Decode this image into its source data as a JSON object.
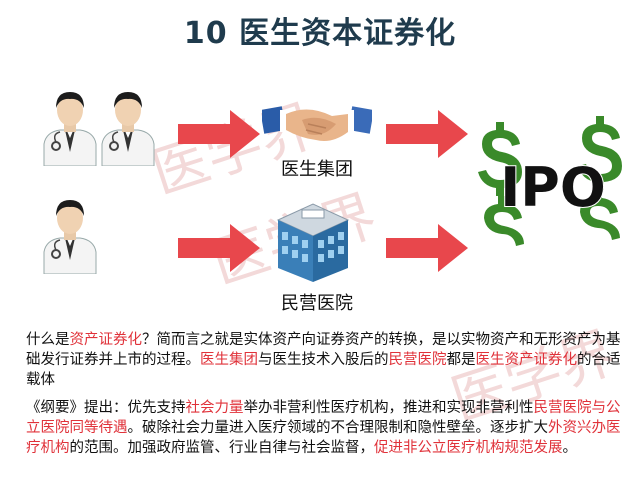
{
  "title": "10 医生资本证券化",
  "labels": {
    "group": "医生集团",
    "private_hospital": "民营医院",
    "ipo": "IPO"
  },
  "watermark": "医学界",
  "para1": {
    "s1": "什么是",
    "h1": "资产证券化",
    "s2": "？简而言之就是实体资产向证券资产的转换，是以实物资产和无形资产为基础发行证券并上市的过程。",
    "h2": "医生集团",
    "s3": "与医生技术入股后的",
    "h3": "民营医院",
    "s4": "都是",
    "h4": "医生资产证券化",
    "s5": "的合适载体"
  },
  "para2": {
    "s1": "《纲要》提出：优先支持",
    "h1": "社会力量",
    "s2": "举办非营利性医疗机构，推进和实现非营利性",
    "h2": "民营医院与公立医院同等待遇",
    "s3": "。破除社会力量进入医疗领域的不合理限制和隐性壁垒。逐步扩大",
    "h3": "外资兴办医疗机构",
    "s4": "的范围。加强政府监管、行业自律与社会监督，",
    "h4": "促进非公立医疗机构规范发展",
    "s5": "。"
  },
  "colors": {
    "highlight": "#e0323a",
    "arrow": "#e8474c",
    "money_green": "#3a8a2a",
    "title": "#1f3b4d"
  }
}
